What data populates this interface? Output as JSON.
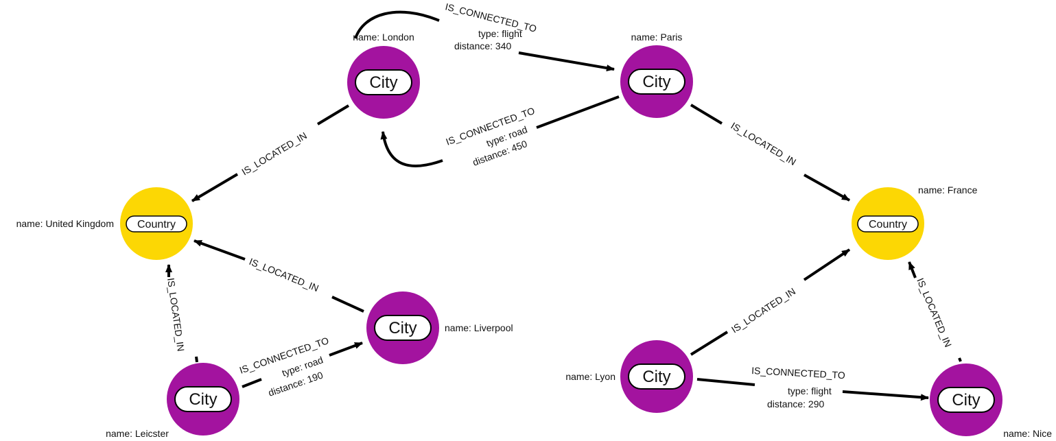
{
  "colors": {
    "city": "#a3139f",
    "country": "#fcd704",
    "edge": "#000000",
    "background": "#ffffff"
  },
  "nodes": {
    "london": {
      "label": "City",
      "prop": "name: London"
    },
    "paris": {
      "label": "City",
      "prop": "name: Paris"
    },
    "uk": {
      "label": "Country",
      "prop": "name: United Kingdom"
    },
    "france": {
      "label": "Country",
      "prop": "name: France"
    },
    "liverpool": {
      "label": "City",
      "prop": "name: Liverpool"
    },
    "leicster": {
      "label": "City",
      "prop": "name: Leicster"
    },
    "lyon": {
      "label": "City",
      "prop": "name: Lyon"
    },
    "nice": {
      "label": "City",
      "prop": "name: Nice"
    }
  },
  "edges": {
    "london_paris": {
      "type": "IS_CONNECTED_TO",
      "props": [
        "type: flight",
        "distance: 340"
      ]
    },
    "paris_london": {
      "type": "IS_CONNECTED_TO",
      "props": [
        "type: road",
        "distance: 450"
      ]
    },
    "london_uk": {
      "type": "IS_LOCATED_IN"
    },
    "paris_france": {
      "type": "IS_LOCATED_IN"
    },
    "liverpool_uk": {
      "type": "IS_LOCATED_IN"
    },
    "leicster_uk": {
      "type": "IS_LOCATED_IN"
    },
    "leicster_liverpool": {
      "type": "IS_CONNECTED_TO",
      "props": [
        "type: road",
        "distance: 190"
      ]
    },
    "lyon_france": {
      "type": "IS_LOCATED_IN"
    },
    "nice_france": {
      "type": "IS_LOCATED_IN"
    },
    "lyon_nice": {
      "type": "IS_CONNECTED_TO",
      "props": [
        "type: flight",
        "distance: 290"
      ]
    }
  }
}
